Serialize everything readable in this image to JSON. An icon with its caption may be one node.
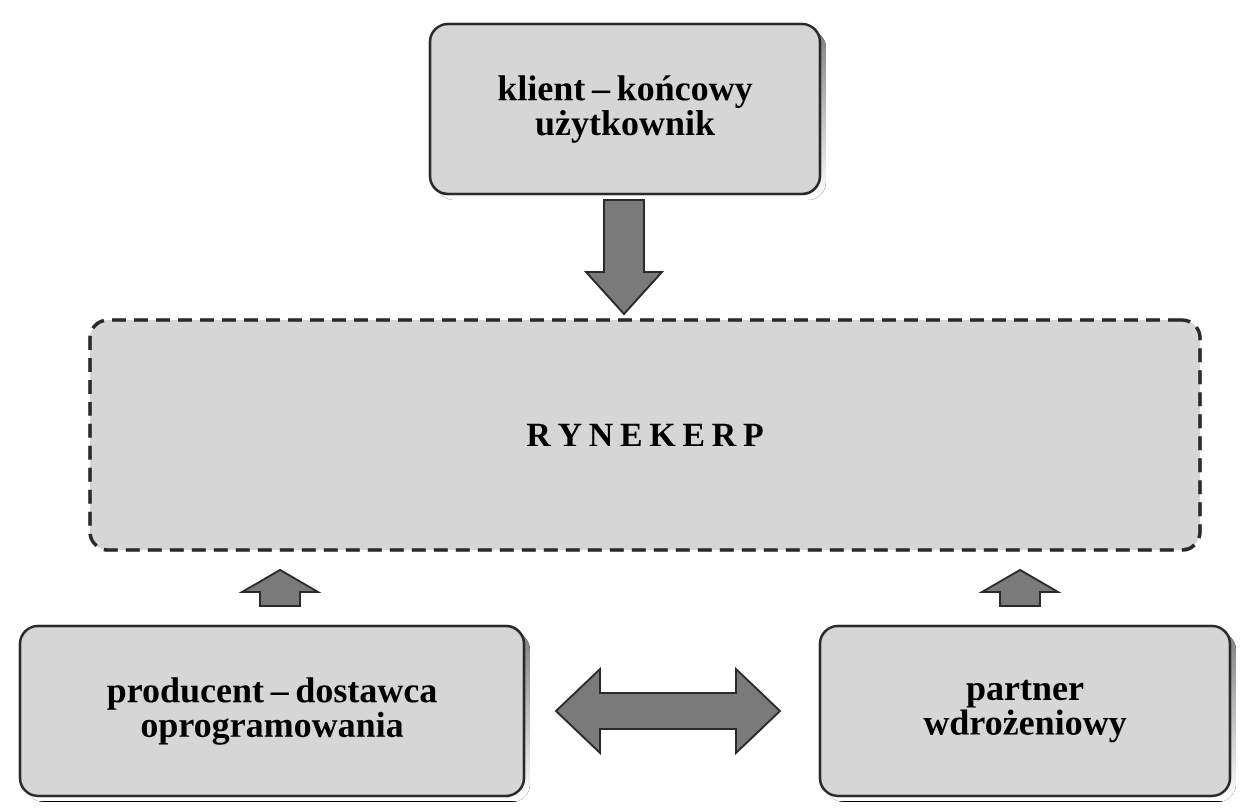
{
  "diagram": {
    "nodes": [
      {
        "text": [
          "klient – końcowy użytkownik"
        ]
      },
      {
        "text": [
          "R Y N E K E R P"
        ]
      },
      {
        "text": [
          "producent – dostawca oprogramowania"
        ]
      },
      {
        "text": [
          "partner wdrożeniowy"
        ]
      }
    ],
    "edges": [
      {
        "from": 0,
        "to": 1,
        "arrow": "to"
      },
      {
        "from": 2,
        "to": 1,
        "arrow": "to"
      },
      {
        "from": 3,
        "to": 1,
        "arrow": "to"
      },
      {
        "from": 2,
        "to": 3,
        "arrow": "both"
      }
    ]
  }
}
